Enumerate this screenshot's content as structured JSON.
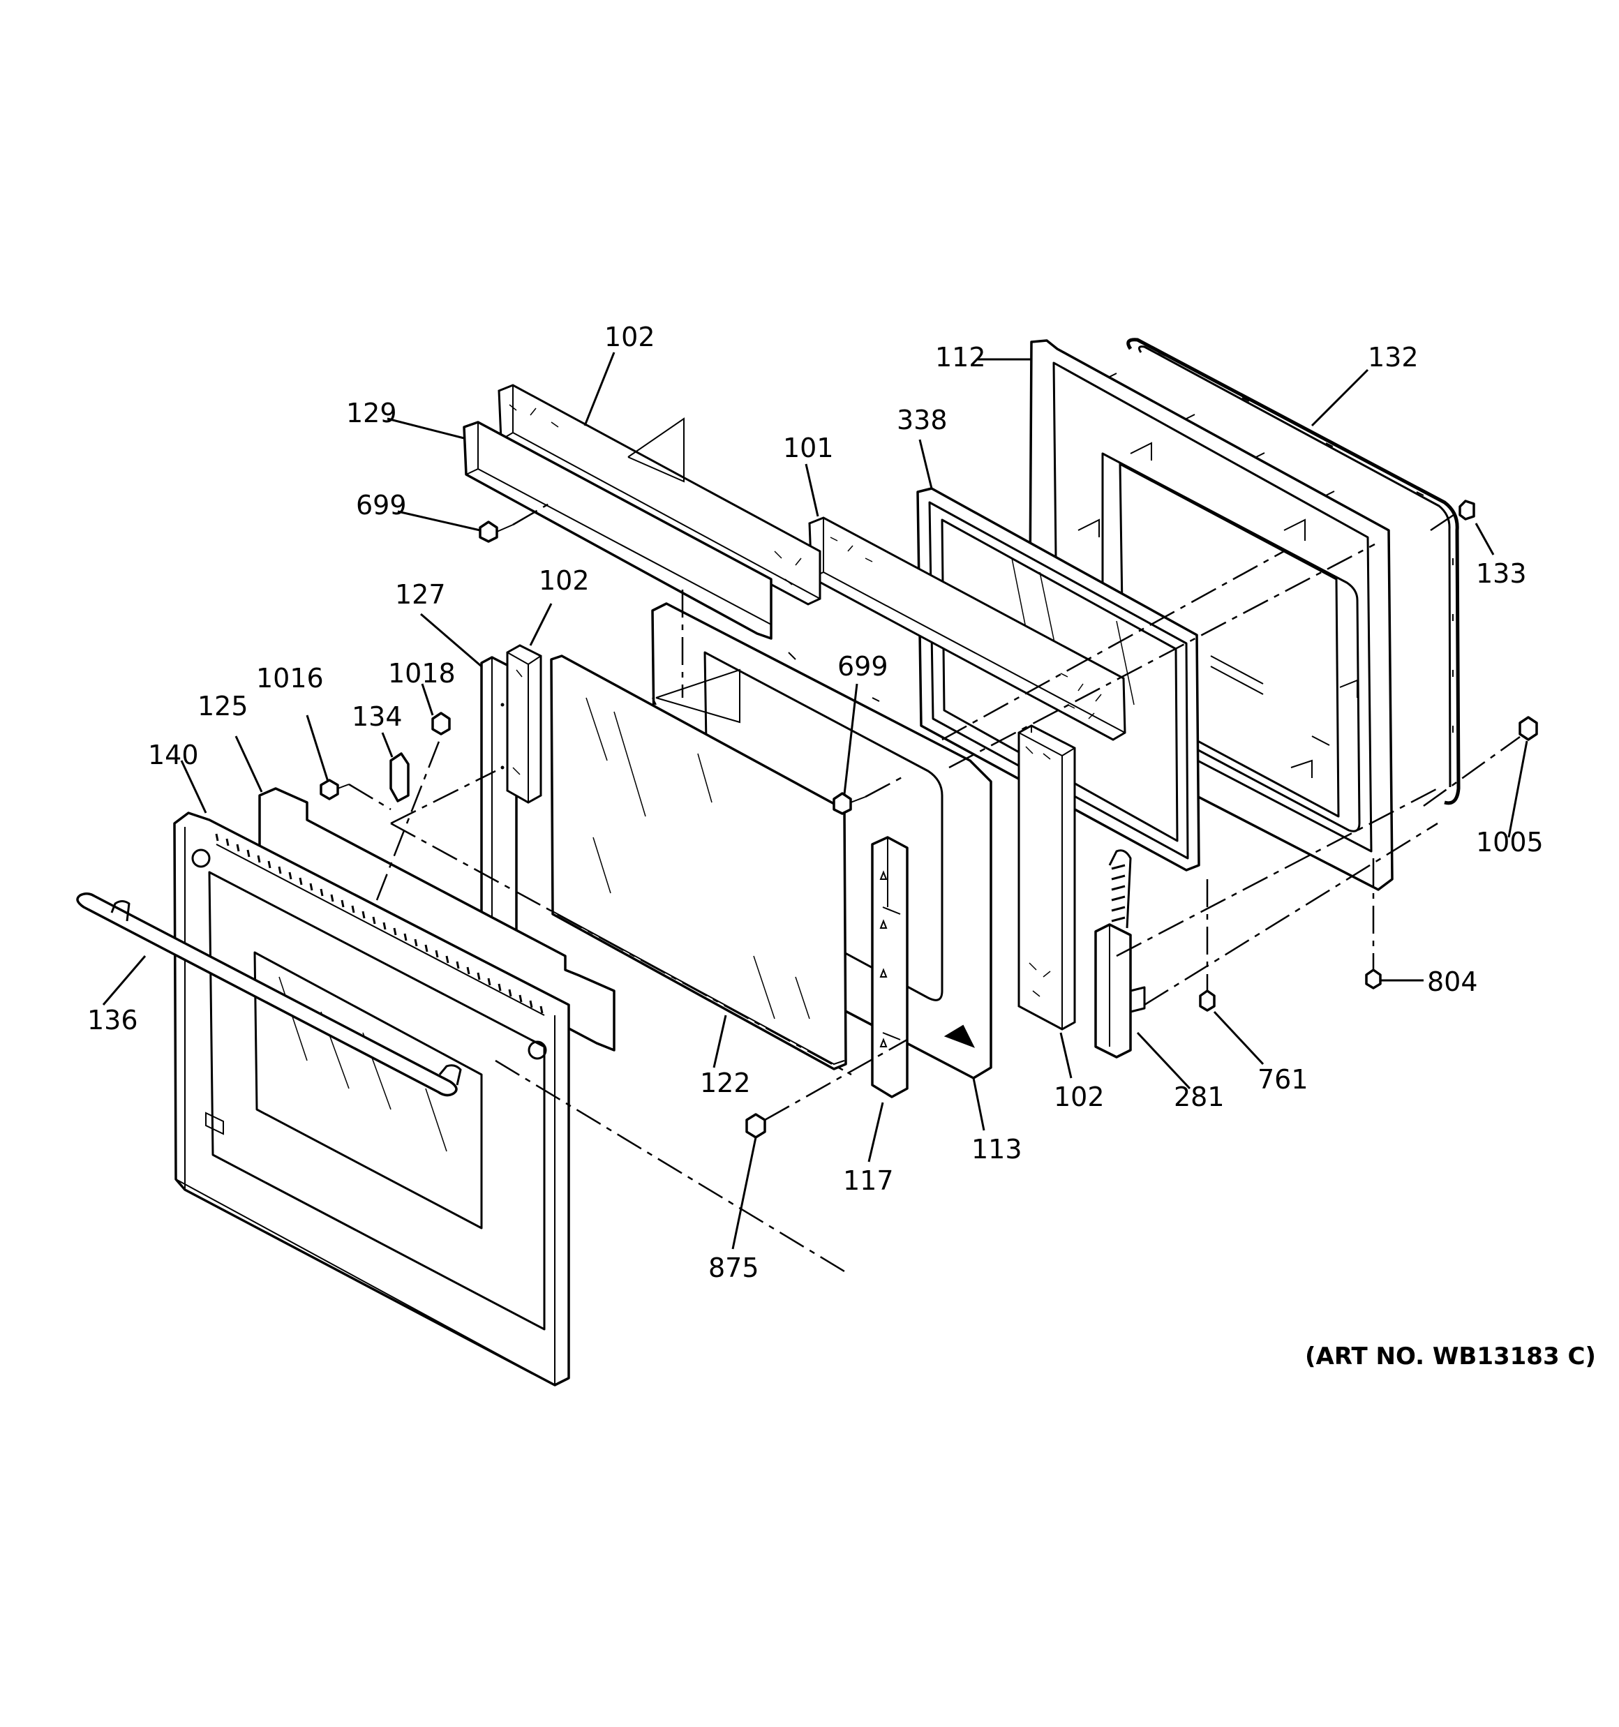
{
  "art_number": "(ART NO. WB13183 C)",
  "callouts": [
    {
      "id": "c102a",
      "text": "102"
    },
    {
      "id": "c129",
      "text": "129"
    },
    {
      "id": "c699a",
      "text": "699"
    },
    {
      "id": "c101",
      "text": "101"
    },
    {
      "id": "c338",
      "text": "338"
    },
    {
      "id": "c112",
      "text": "112"
    },
    {
      "id": "c132",
      "text": "132"
    },
    {
      "id": "c133",
      "text": "133"
    },
    {
      "id": "c127",
      "text": "127"
    },
    {
      "id": "c102b",
      "text": "102"
    },
    {
      "id": "c1016",
      "text": "1016"
    },
    {
      "id": "c1018",
      "text": "1018"
    },
    {
      "id": "c134",
      "text": "134"
    },
    {
      "id": "c125",
      "text": "125"
    },
    {
      "id": "c140",
      "text": "140"
    },
    {
      "id": "c699b",
      "text": "699"
    },
    {
      "id": "c1005",
      "text": "1005"
    },
    {
      "id": "c136",
      "text": "136"
    },
    {
      "id": "c122",
      "text": "122"
    },
    {
      "id": "c102c",
      "text": "102"
    },
    {
      "id": "c281",
      "text": "281"
    },
    {
      "id": "c761",
      "text": "761"
    },
    {
      "id": "c804",
      "text": "804"
    },
    {
      "id": "c113",
      "text": "113"
    },
    {
      "id": "c117",
      "text": "117"
    },
    {
      "id": "c875",
      "text": "875"
    }
  ]
}
